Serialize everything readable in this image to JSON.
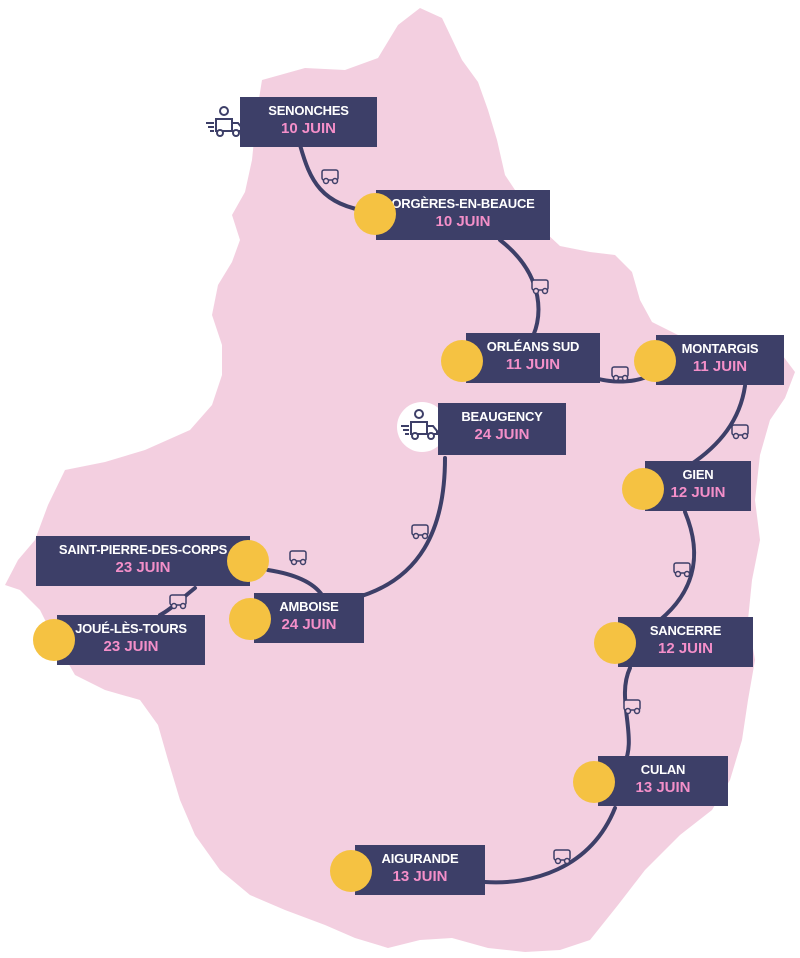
{
  "colors": {
    "region": "#f3cfe0",
    "route": "#3d3f68",
    "label_bg": "#3d3f68",
    "name_text": "#ffffff",
    "date_text": "#f48fc9",
    "dot": "#f5c242"
  },
  "stops": [
    {
      "name": "SENONCHES",
      "date": "10 JUIN",
      "marker": "truck-icon"
    },
    {
      "name": "ORGÈRES-EN-BEAUCE",
      "date": "10 JUIN",
      "marker": "dot"
    },
    {
      "name": "ORLÉANS SUD",
      "date": "11 JUIN",
      "marker": "dot"
    },
    {
      "name": "MONTARGIS",
      "date": "11 JUIN",
      "marker": "dot"
    },
    {
      "name": "GIEN",
      "date": "12 JUIN",
      "marker": "dot"
    },
    {
      "name": "SANCERRE",
      "date": "12 JUIN",
      "marker": "dot"
    },
    {
      "name": "CULAN",
      "date": "13 JUIN",
      "marker": "dot"
    },
    {
      "name": "AIGURANDE",
      "date": "13 JUIN",
      "marker": "dot"
    },
    {
      "name": "BEAUGENCY",
      "date": "24 JUIN",
      "marker": "truck-icon"
    },
    {
      "name": "AMBOISE",
      "date": "24 JUIN",
      "marker": "dot"
    },
    {
      "name": "SAINT-PIERRE-DES-CORPS",
      "date": "23 JUIN",
      "marker": "dot"
    },
    {
      "name": "JOUÉ-LÈS-TOURS",
      "date": "23 JUIN",
      "marker": "dot"
    }
  ]
}
